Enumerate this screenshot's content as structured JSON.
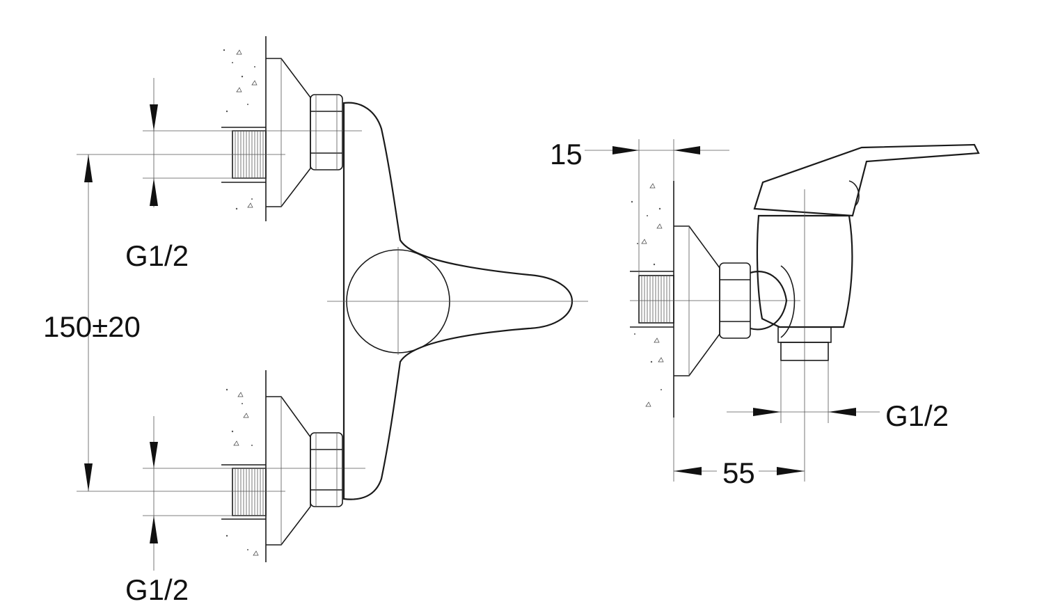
{
  "labels": {
    "upper_thread": "G1/2",
    "lower_thread": "G1/2",
    "center_distance": "150±20",
    "wall_offset": "15",
    "side_thread": "G1/2",
    "projection": "55"
  },
  "colors": {
    "line": "#1a1a1a",
    "background": "#ffffff"
  }
}
